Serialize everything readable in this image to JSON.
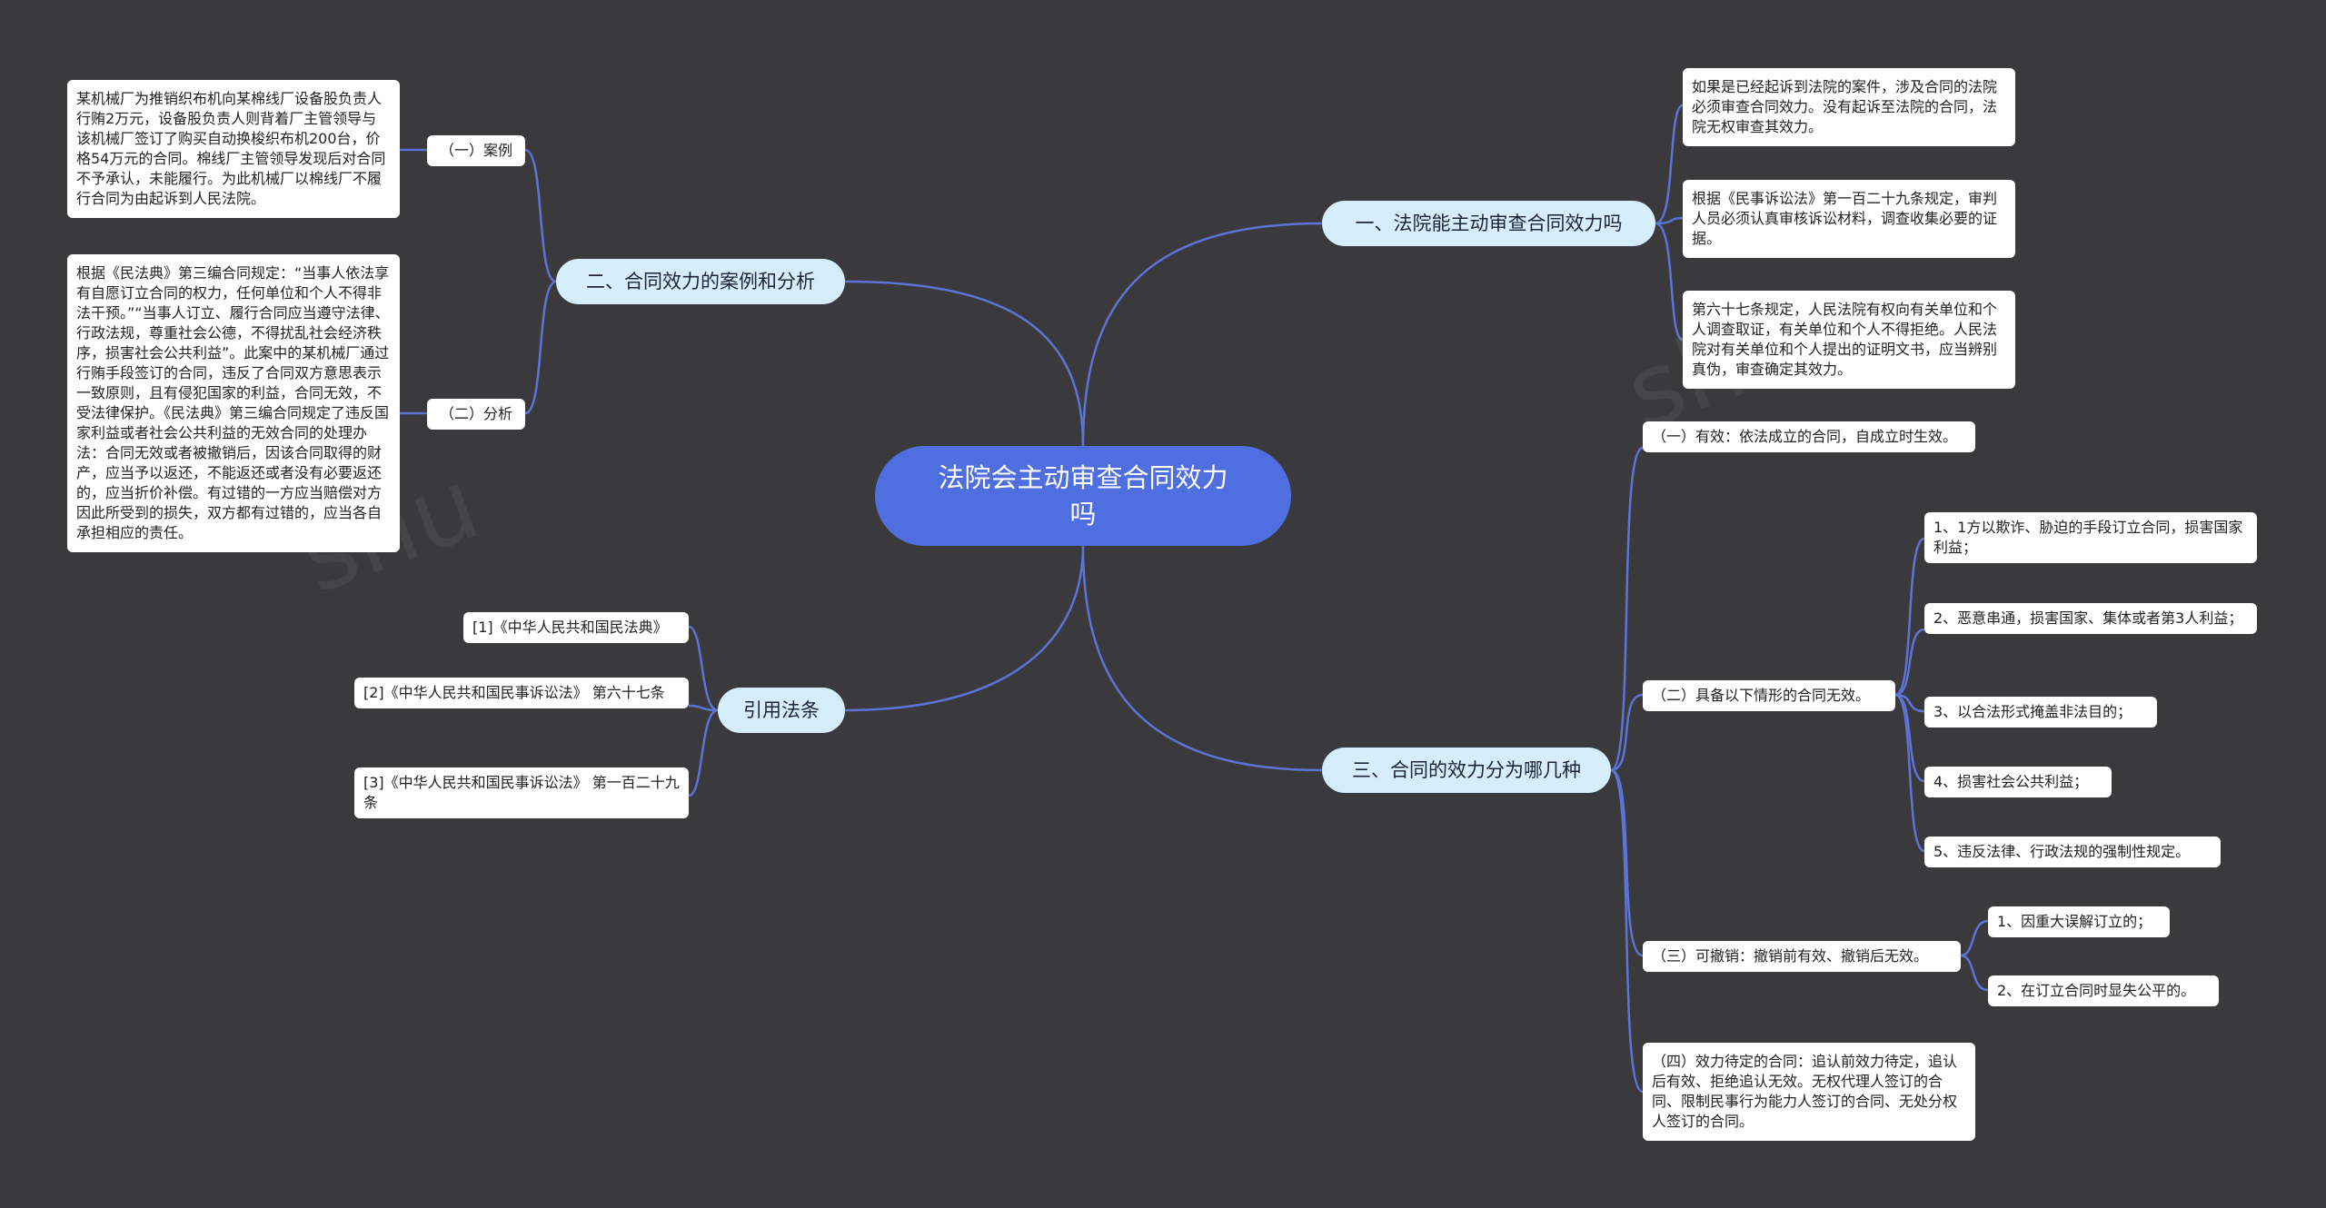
{
  "root": {
    "label": "法院会主动审查合同效力吗"
  },
  "branch1": {
    "label": "一、法院能主动审查合同效力吗",
    "leaves": [
      "如果是已经起诉到法院的案件，涉及合同的法院必须审查合同效力。没有起诉至法院的合同，法院无权审查其效力。",
      "根据《民事诉讼法》第一百二十九条规定，审判人员必须认真审核诉讼材料，调查收集必要的证据。",
      "第六十七条规定，人民法院有权向有关单位和个人调查取证，有关单位和个人不得拒绝。人民法院对有关单位和个人提出的证明文书，应当辨别真伪，审查确定其效力。"
    ]
  },
  "branch2": {
    "label": "二、合同效力的案例和分析",
    "sub1": {
      "label": "（一）案例",
      "leaf": "某机械厂为推销织布机向某棉线厂设备股负责人行贿2万元，设备股负责人则背着厂主管领导与该机械厂签订了购买自动换梭织布机200台，价格54万元的合同。棉线厂主管领导发现后对合同不予承认，未能履行。为此机械厂以棉线厂不履行合同为由起诉到人民法院。"
    },
    "sub2": {
      "label": "（二）分析",
      "leaf": "根据《民法典》第三编合同规定：“当事人依法享有自愿订立合同的权力，任何单位和个人不得非法干预。”“当事人订立、履行合同应当遵守法律、行政法规，尊重社会公德，不得扰乱社会经济秩序，损害社会公共利益”。此案中的某机械厂通过行贿手段签订的合同，违反了合同双方意思表示一致原则，且有侵犯国家的利益，合同无效，不受法律保护。《民法典》第三编合同规定了违反国家利益或者社会公共利益的无效合同的处理办法：合同无效或者被撤销后，因该合同取得的财产，应当予以返还，不能返还或者没有必要返还的，应当折价补偿。有过错的一方应当赔偿对方因此所受到的损失，双方都有过错的，应当各自承担相应的责任。"
    }
  },
  "branch3": {
    "label": "三、合同的效力分为哪几种",
    "sub1": {
      "label": "（一）有效：依法成立的合同，自成立时生效。"
    },
    "sub2": {
      "label": "（二）具备以下情形的合同无效。",
      "items": [
        "1、1方以欺诈、胁迫的手段订立合同，损害国家利益；",
        "2、恶意串通，损害国家、集体或者第3人利益；",
        "3、以合法形式掩盖非法目的；",
        "4、损害社会公共利益；",
        "5、违反法律、行政法规的强制性规定。"
      ]
    },
    "sub3": {
      "label": "（三）可撤销：撤销前有效、撤销后无效。",
      "items": [
        "1、因重大误解订立的；",
        "2、在订立合同时显失公平的。"
      ]
    },
    "sub4": {
      "label": "（四）效力待定的合同：追认前效力待定，追认后有效、拒绝追认无效。无权代理人签订的合同、限制民事行为能力人签订的合同、无处分权人签订的合同。"
    }
  },
  "branch4": {
    "label": "引用法条",
    "refs": [
      "[1]《中华人民共和国民法典》",
      "[2]《中华人民共和国民事诉讼法》 第六十七条",
      "[3]《中华人民共和国民事诉讼法》 第一百二十九条"
    ]
  },
  "colors": {
    "background": "#3a3a3c",
    "root": "#4f6ee0",
    "branch": "#d6eefc",
    "line": "#5b74d6",
    "node": "#ffffff"
  }
}
